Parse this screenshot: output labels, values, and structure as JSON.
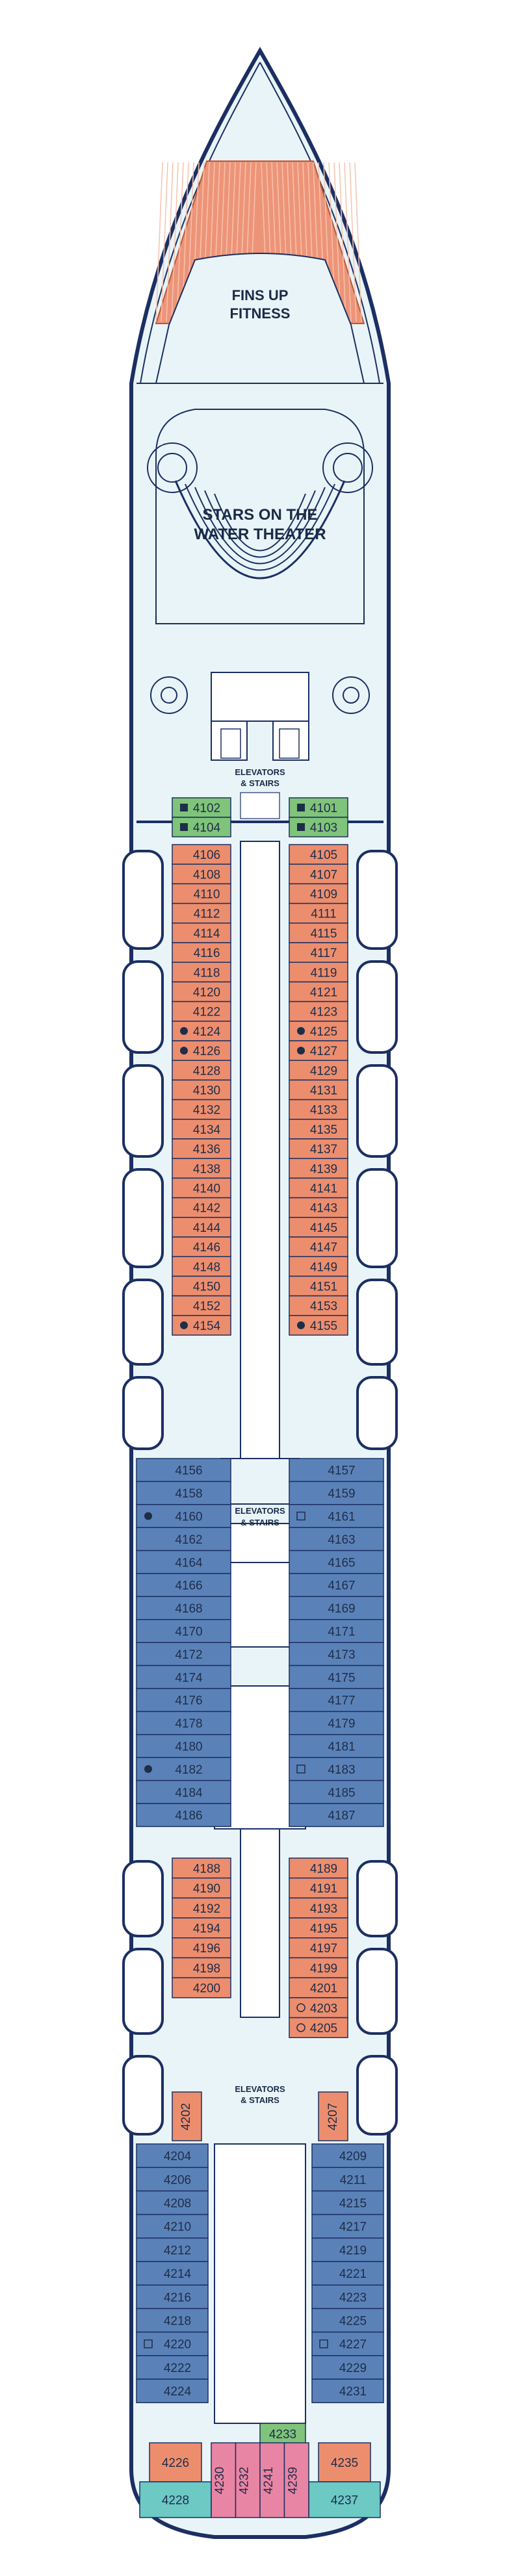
{
  "venues": {
    "fitness_line1": "FINS UP",
    "fitness_line2": "FITNESS",
    "theater_line1": "STARS ON THE",
    "theater_line2": "WATER THEATER"
  },
  "elevators": {
    "line1": "ELEVATORS",
    "line2": "& STAIRS"
  },
  "colors": {
    "interior": "#ec8e6e",
    "oceanview": "#5b82b8",
    "balcony": "#5b82b8",
    "suite": "#7fc47a",
    "aft_suite": "#6cc9c4",
    "spa_pink": "#e985a4",
    "hull_fill": "#e8f4f7",
    "hull_stroke": "#1b2f63"
  },
  "cabins": {
    "forward_suites_left": [
      "4102",
      "4104"
    ],
    "forward_suites_right": [
      "4101",
      "4103"
    ],
    "block1_left": [
      "4106",
      "4108",
      "4110",
      "4112",
      "4114",
      "4116",
      "4118",
      "4120",
      "4122",
      "4124",
      "4126",
      "4128",
      "4130",
      "4132",
      "4134",
      "4136",
      "4138",
      "4140",
      "4142",
      "4144",
      "4146",
      "4148",
      "4150",
      "4152",
      "4154"
    ],
    "block1_right": [
      "4105",
      "4107",
      "4109",
      "4111",
      "4115",
      "4117",
      "4119",
      "4121",
      "4123",
      "4125",
      "4127",
      "4129",
      "4131",
      "4133",
      "4135",
      "4137",
      "4139",
      "4141",
      "4143",
      "4145",
      "4147",
      "4149",
      "4151",
      "4153",
      "4155"
    ],
    "block2_left": [
      "4156",
      "4158",
      "4160",
      "4162",
      "4164",
      "4166",
      "4168",
      "4170",
      "4172",
      "4174",
      "4176",
      "4178",
      "4180",
      "4182",
      "4184",
      "4186"
    ],
    "block2_right": [
      "4157",
      "4159",
      "4161",
      "4163",
      "4165",
      "4167",
      "4169",
      "4171",
      "4173",
      "4175",
      "4177",
      "4179",
      "4181",
      "4183",
      "4185",
      "4187"
    ],
    "block3_left": [
      "4188",
      "4190",
      "4192",
      "4194",
      "4196",
      "4198",
      "4200"
    ],
    "block3_right": [
      "4189",
      "4191",
      "4193",
      "4195",
      "4197",
      "4199",
      "4201",
      "4203",
      "4205"
    ],
    "vertical_left": "4202",
    "vertical_right": "4207",
    "block4_left": [
      "4204",
      "4206",
      "4208",
      "4210",
      "4212",
      "4214",
      "4216",
      "4218",
      "4220",
      "4222",
      "4224"
    ],
    "block4_right": [
      "4209",
      "4211",
      "4215",
      "4217",
      "4219",
      "4221",
      "4223",
      "4225",
      "4227",
      "4229",
      "4231"
    ],
    "center_suite": "4233",
    "aft_left_top": "4226",
    "aft_right_top": "4235",
    "aft_left": "4228",
    "aft_right": "4237",
    "aft_center": [
      "4230",
      "4232",
      "4241",
      "4239"
    ]
  },
  "markers": {
    "dot_cabins": [
      "4124",
      "4126",
      "4154",
      "4125",
      "4127",
      "4155",
      "4160",
      "4182"
    ],
    "square_cabins": [
      "4161",
      "4183",
      "4220",
      "4227"
    ],
    "filled_square_cabins": [
      "4102",
      "4104",
      "4101",
      "4103"
    ],
    "accessible_cabins": [
      "4203",
      "4205"
    ]
  }
}
